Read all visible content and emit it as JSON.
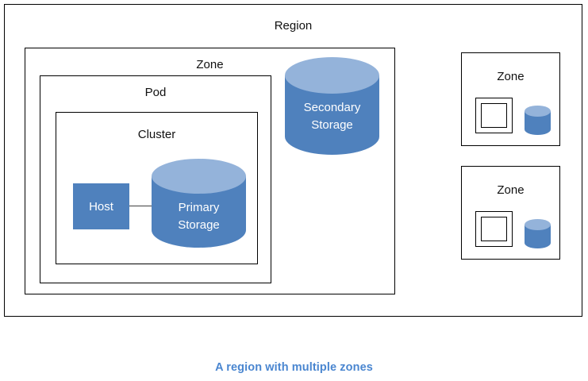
{
  "diagram": {
    "caption": "A region with multiple zones",
    "caption_color": "#4a86d0",
    "background": "#ffffff",
    "border_color": "#000000",
    "accent_fill": "#4f81bd",
    "accent_top": "#94b3da",
    "connector_color": "#3f3f3f",
    "region": {
      "label": "Region"
    },
    "main_zone": {
      "label": "Zone",
      "pod": {
        "label": "Pod",
        "cluster": {
          "label": "Cluster",
          "host": {
            "label": "Host"
          },
          "primary_storage": {
            "label_line1": "Primary",
            "label_line2": "Storage"
          }
        }
      },
      "secondary_storage": {
        "label_line1": "Secondary",
        "label_line2": "Storage"
      }
    },
    "side_zones": [
      {
        "label": "Zone"
      },
      {
        "label": "Zone"
      }
    ]
  }
}
